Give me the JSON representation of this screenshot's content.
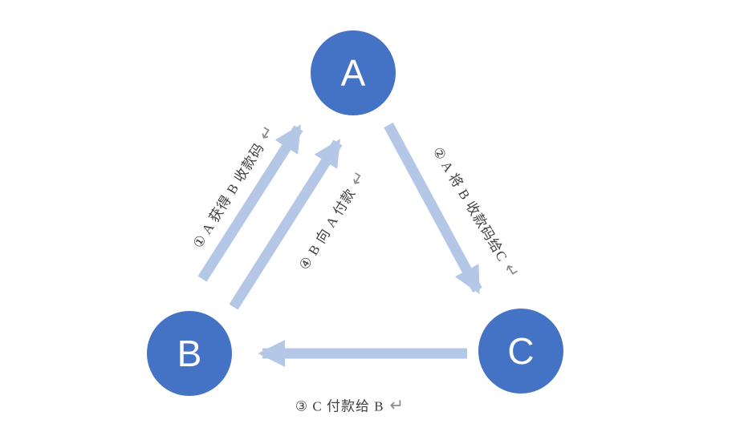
{
  "diagram": {
    "colors": {
      "node_fill": "#4472C4",
      "node_text": "#FFFFFF",
      "arrow_fill": "#B4C7E7",
      "label_text": "#404040",
      "return_icon_color": "#8C8C8C"
    },
    "nodes": [
      {
        "id": "A",
        "label": "A"
      },
      {
        "id": "B",
        "label": "B"
      },
      {
        "id": "C",
        "label": "C"
      }
    ],
    "edges": [
      {
        "id": "step1",
        "from": "B",
        "to": "A",
        "label": "① A 获得 B 收款码"
      },
      {
        "id": "step2",
        "from": "A",
        "to": "C",
        "label": "② A 将 B 收款码给C"
      },
      {
        "id": "step3",
        "from": "C",
        "to": "B",
        "label": "③ C 付款给 B"
      },
      {
        "id": "step4",
        "from": "B",
        "to": "A",
        "label": "④ B 向 A 付款"
      }
    ],
    "return_icon": "↵"
  }
}
